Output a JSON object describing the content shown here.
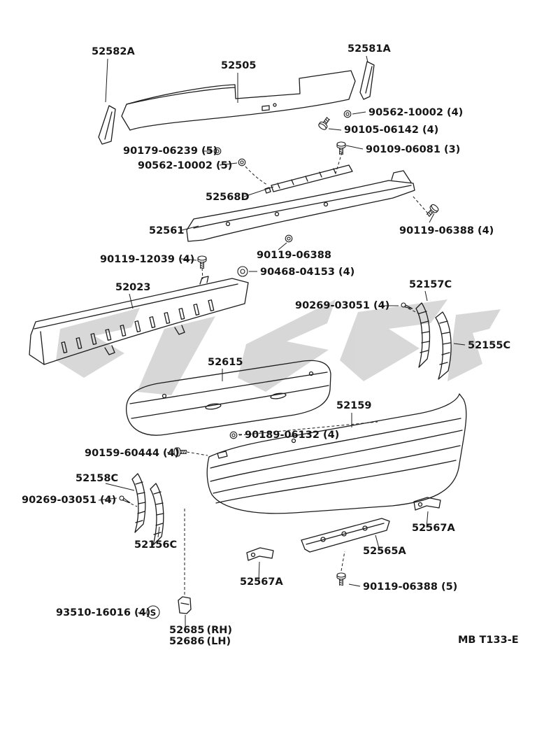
{
  "diagram": {
    "type": "exploded-parts-view-rear-bumper",
    "footer_code": "MB T133-E"
  },
  "colors": {
    "line": "#1c1c1c",
    "watermark": "#c8c8c8",
    "background": "#ffffff"
  },
  "labels": [
    "52582A",
    "52505",
    "52581A",
    "90562-10002 (4)",
    "90105-06142 (4)",
    "90179-06239 (5)",
    "90562-10002 (5)",
    "90109-06081 (3)",
    "52568D",
    "52561",
    "90119-06388 (4)",
    "90119-12039 (4)",
    "90119-06388",
    "90468-04153 (4)",
    "52023",
    "52157C",
    "90269-03051 (4)",
    "52155C",
    "52615",
    "52159",
    "90189-06132 (4)",
    "90159-60444 (4)",
    "52158C",
    "90269-03051 (4)",
    "52156C",
    "52567A",
    "52565A",
    "52567A",
    "90119-06388 (5)",
    "93510-16016 (4)",
    "S",
    "52685",
    "(RH)",
    "52686",
    "(LH)"
  ]
}
